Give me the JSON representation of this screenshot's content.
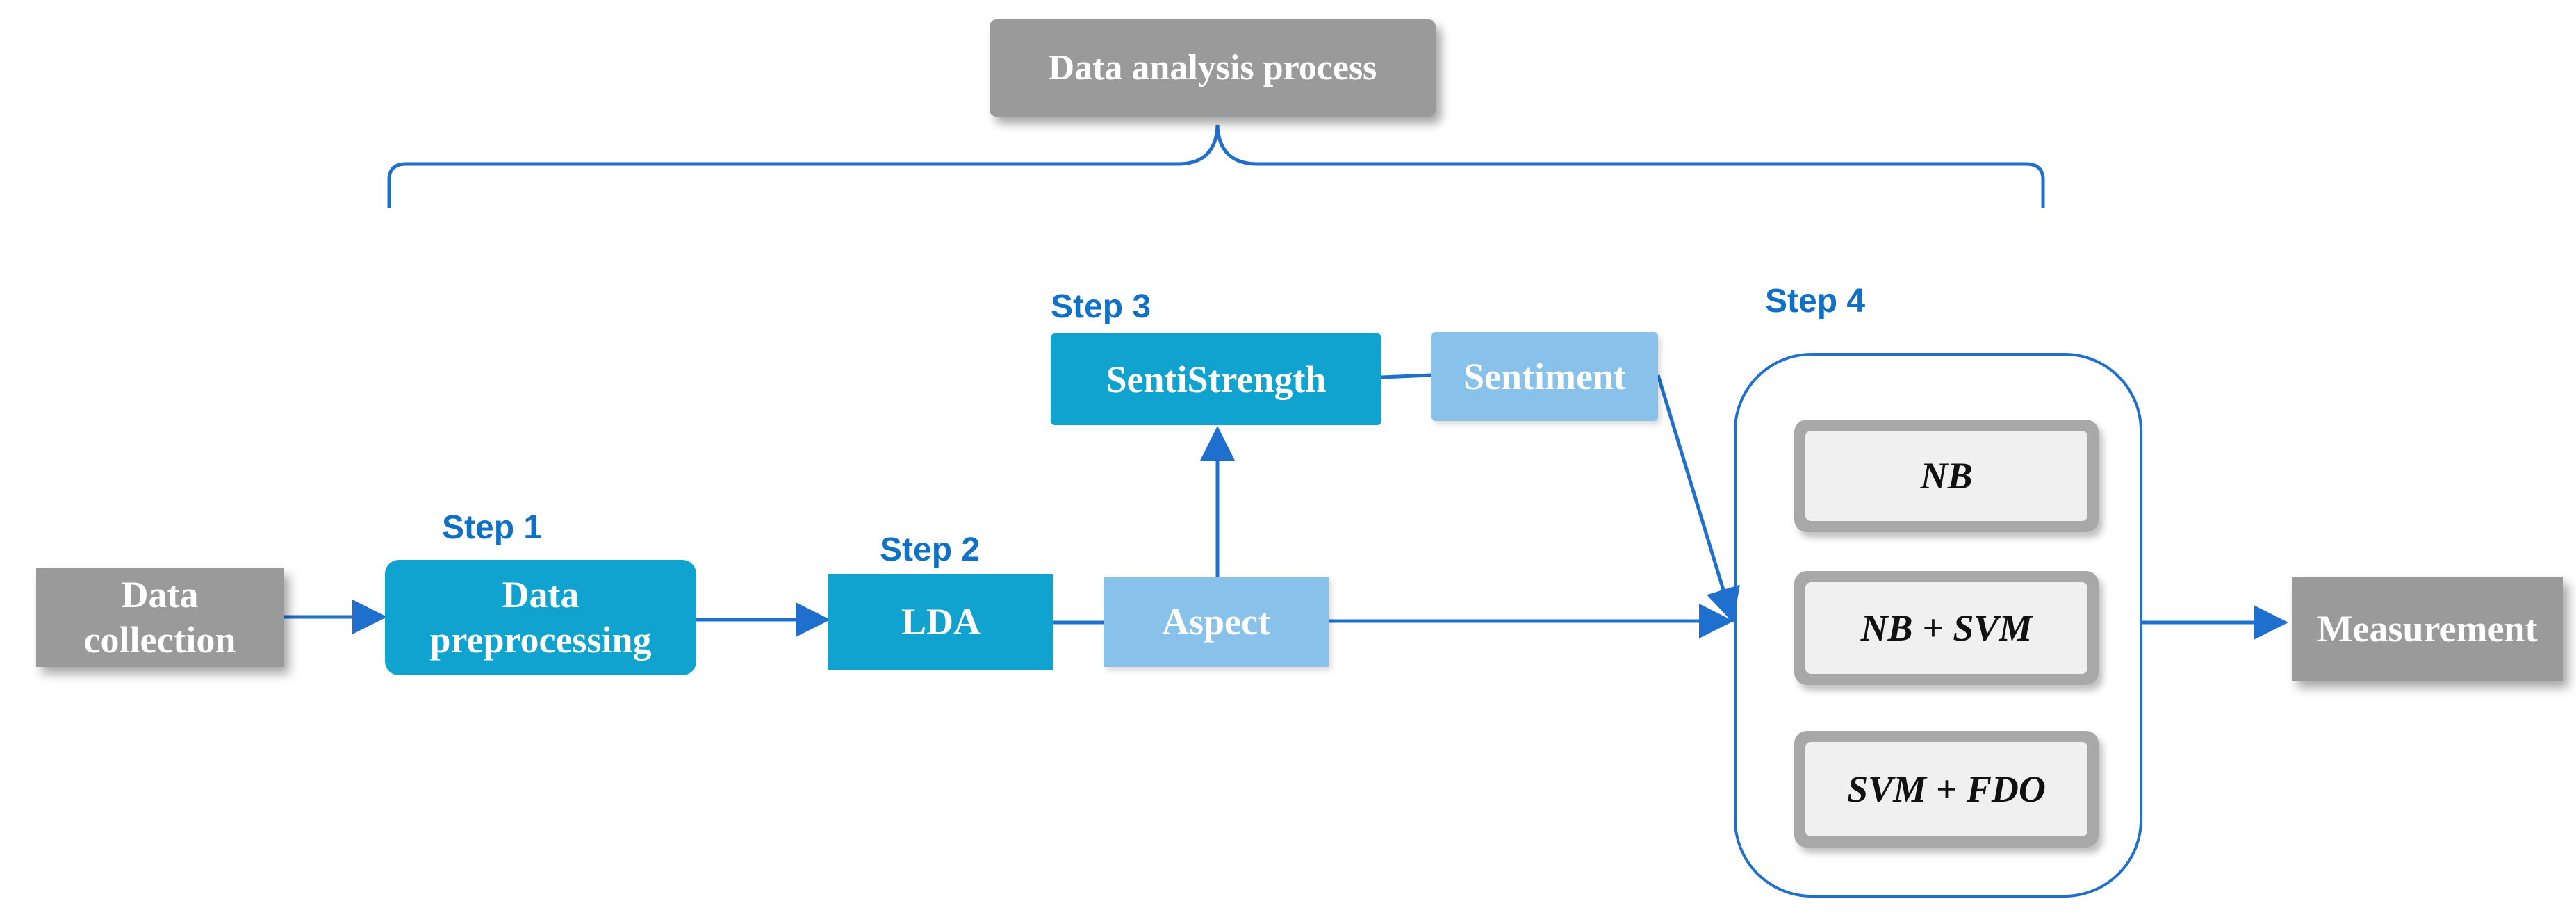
{
  "header": {
    "title": "Data analysis process"
  },
  "steps": {
    "step1": "Step 1",
    "step2": "Step 2",
    "step3": "Step 3",
    "step4": "Step 4"
  },
  "nodes": {
    "data_collection": [
      "Data",
      "collection"
    ],
    "data_preprocessing": [
      "Data",
      "preprocessing"
    ],
    "lda": "LDA",
    "aspect": "Aspect",
    "sentistrength": "SentiStrength",
    "sentiment": "Sentiment",
    "measurement": "Measurement"
  },
  "models": [
    "NB",
    "NB + SVM",
    "SVM + FDO"
  ],
  "colors": {
    "gray_box": "#9a9a9a",
    "teal_box": "#10a3cf",
    "light_blue_box": "#88c1ea",
    "step_label": "#0f70c5",
    "arrow": "#1f6fcf"
  }
}
